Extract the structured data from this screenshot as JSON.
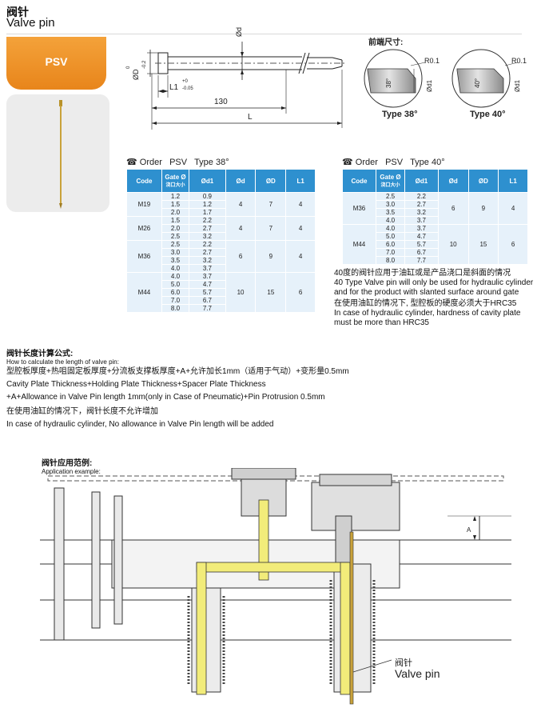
{
  "header": {
    "title_cn": "阀针",
    "title_en": "Valve pin"
  },
  "tab": {
    "label": "PSV"
  },
  "drawing": {
    "d_label": "Ød",
    "D_label": "ØD",
    "D_tol_upper": "0",
    "D_tol_lower": "-0.2",
    "L1_label": "L1",
    "L1_tol_upper": "+0",
    "L1_tol_lower": "-0.05",
    "dim_130": "130",
    "dim_L": "L"
  },
  "front_sizes": {
    "title": "前端尺寸:",
    "r_label": "R0.1",
    "d1_label": "Ød1",
    "type38_angle": "38°",
    "type40_angle": "40°",
    "type38_caption": "Type 38°",
    "type40_caption": "Type 40°"
  },
  "order_left": {
    "prefix": "Order",
    "code": "PSV",
    "type": "Type 38°"
  },
  "order_right": {
    "prefix": "Order",
    "code": "PSV",
    "type": "Type 40°"
  },
  "table_headers": {
    "code": "Code",
    "gate": "Gate Ø",
    "gate_cn": "浇口大小",
    "d1": "Ød1",
    "d": "Ød",
    "D": "ØD",
    "L1": "L1"
  },
  "table38": [
    {
      "code": "M19",
      "gate": [
        "1.2",
        "1.5",
        "2.0"
      ],
      "d1": [
        "0.9",
        "1.2",
        "1.7"
      ],
      "d": "4",
      "D": "7",
      "L1": "4"
    },
    {
      "code": "M26",
      "gate": [
        "1.5",
        "2.0",
        "2.5"
      ],
      "d1": [
        "2.2",
        "2.7",
        "3.2"
      ],
      "d": "4",
      "D": "7",
      "L1": "4"
    },
    {
      "code": "M36",
      "gate": [
        "2.5",
        "3.0",
        "3.5",
        "4.0"
      ],
      "d1": [
        "2.2",
        "2.7",
        "3.2",
        "3.7"
      ],
      "d": "6",
      "D": "9",
      "L1": "4"
    },
    {
      "code": "M44",
      "gate": [
        "4.0",
        "5.0",
        "6.0",
        "7.0",
        "8.0"
      ],
      "d1": [
        "3.7",
        "4.7",
        "5.7",
        "6.7",
        "7.7"
      ],
      "d": "10",
      "D": "15",
      "L1": "6"
    }
  ],
  "table40": [
    {
      "code": "M36",
      "gate": [
        "2.5",
        "3.0",
        "3.5",
        "4.0"
      ],
      "d1": [
        "2.2",
        "2.7",
        "3.2",
        "3.7"
      ],
      "d": "6",
      "D": "9",
      "L1": "4"
    },
    {
      "code": "M44",
      "gate": [
        "4.0",
        "5.0",
        "6.0",
        "7.0",
        "8.0"
      ],
      "d1": [
        "3.7",
        "4.7",
        "5.7",
        "6.7",
        "7.7"
      ],
      "d": "10",
      "D": "15",
      "L1": "6"
    }
  ],
  "notes": {
    "note1_cn": "40度的阀针应用于油缸或是产品浇口是斜面的情况",
    "note1_en": "40 Type Valve pin will only be used for hydraulic cylinder and for the product with slanted surface around gate",
    "note2_cn": "在使用油缸的情况下, 型腔板的硬度必须大于HRC35",
    "note2_en": "In case of hydraulic cylinder, hardness of cavity plate must be more than HRC35"
  },
  "formula": {
    "title_cn": "阀针长度计算公式:",
    "title_en": "How to calculate the length of valve pin:",
    "line1_cn": "型腔板厚度+热咀固定板厚度+分流板支撑板厚度+A+允许加长1mm（适用于气动）+变形量0.5mm",
    "line2_en": "Cavity  Plate  Thickness+Holding Plate Thickness+Spacer Plate Thickness",
    "line3_en": "+A+Allowance in Valve Pin length 1mm(only in Case of Pneumatic)+Pin Protrusion 0.5mm",
    "line4_cn": "在使用油缸的情况下，阀针长度不允许增加",
    "line5_en": "In case of hydraulic cylinder, No allowance in Valve Pin length will be added"
  },
  "application": {
    "title_cn": "阀针应用范例:",
    "title_en": "Application example:",
    "label_A": "A",
    "pin_label_cn": "阀针",
    "pin_label_en": "Valve pin"
  },
  "colors": {
    "brand_orange": "#e8851b",
    "table_blue": "#2e90cf",
    "table_cell": "#e6f1fa",
    "melt_yellow": "#f2ec7a"
  }
}
